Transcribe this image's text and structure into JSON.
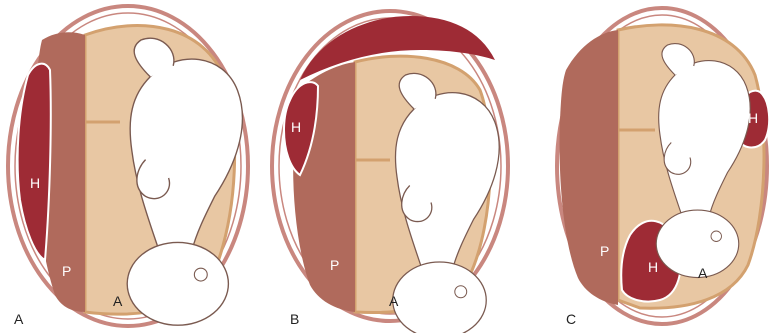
{
  "panels": [
    {
      "panel_label": "A",
      "hematoma": "H",
      "placenta": "P",
      "amniotic": "A"
    },
    {
      "panel_label": "B",
      "hematoma": "H",
      "placenta": "P",
      "amniotic": "A"
    },
    {
      "panel_label": "C",
      "hematoma": "H",
      "placenta": "P",
      "amniotic": "A"
    }
  ],
  "colors": {
    "uterus_outline": "#c9877f",
    "amniotic_fill": "#e8c7a3",
    "placenta": "#b06a5c",
    "hematoma": "#9e2b35",
    "fetus": "#ffffff",
    "fetus_outline": "#7a5a50"
  }
}
